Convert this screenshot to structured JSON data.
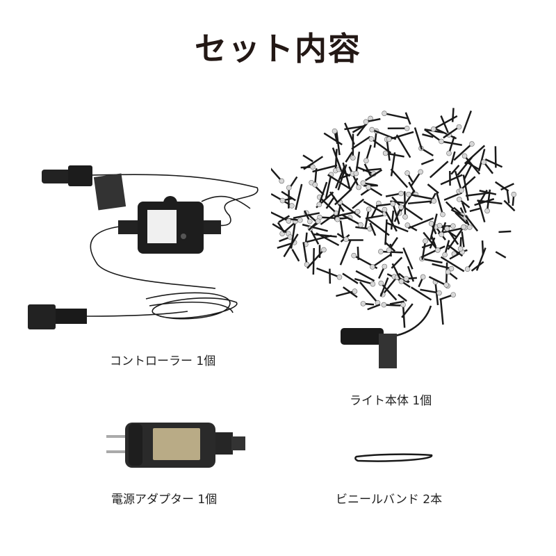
{
  "title": "セット内容",
  "items": [
    {
      "label": "コントローラー 1個"
    },
    {
      "label": "ライト本体 1個"
    },
    {
      "label": "電源アダプター 1個"
    },
    {
      "label": "ビニールバンド 2本"
    }
  ],
  "colors": {
    "cable": "#1a1a1a",
    "led": "#d8d8d8",
    "title": "#231815"
  }
}
